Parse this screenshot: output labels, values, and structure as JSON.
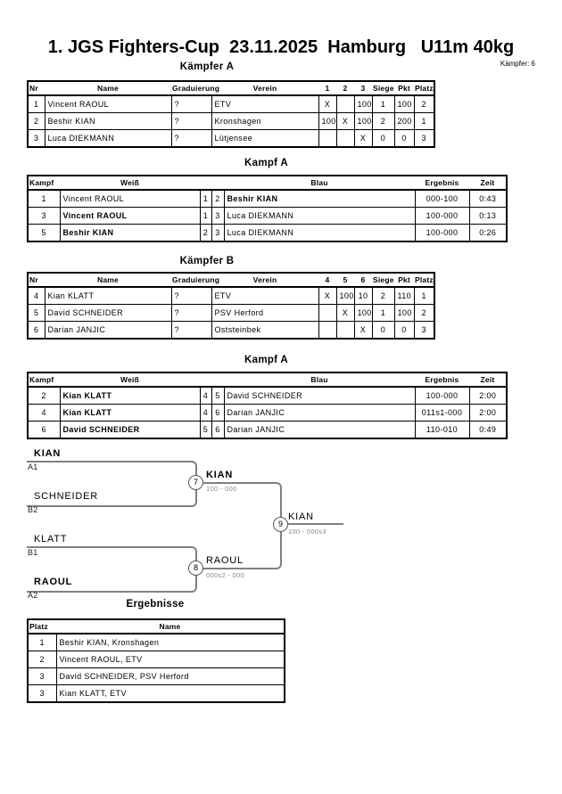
{
  "page": {
    "title": "1. JGS Fighters-Cup  23.11.2025  Hamburg   U11m 40kg",
    "fighters_label": "Kämpfer: 6"
  },
  "colors": {
    "table_border": "#000000",
    "bracket_line": "#808080",
    "score_text": "#8a8a8a"
  },
  "pool_a": {
    "heading": "Kämpfer A",
    "headers": [
      "Nr",
      "Name",
      "Graduierung",
      "Verein",
      "1",
      "2",
      "3",
      "Siege",
      "Pkt",
      "Platz"
    ],
    "rows": [
      {
        "nr": "1",
        "name": "Vincent RAOUL",
        "grad": "?",
        "verein": "ETV",
        "c1": "X",
        "c2": "",
        "c3": "100",
        "siege": "1",
        "pkt": "100",
        "platz": "2"
      },
      {
        "nr": "2",
        "name": "Beshir KIAN",
        "grad": "?",
        "verein": "Kronshagen",
        "c1": "100",
        "c2": "X",
        "c3": "100",
        "siege": "2",
        "pkt": "200",
        "platz": "1"
      },
      {
        "nr": "3",
        "name": "Luca DIEKMANN",
        "grad": "?",
        "verein": "Lütjensee",
        "c1": "",
        "c2": "",
        "c3": "X",
        "siege": "0",
        "pkt": "0",
        "platz": "3"
      }
    ]
  },
  "matches_a": {
    "heading": "Kampf A",
    "headers": [
      "Kampf",
      "Weiß",
      "Blau",
      "Ergebnis",
      "Zeit"
    ],
    "rows": [
      {
        "kampf": "1",
        "weiss": "Vincent RAOUL",
        "weiss_bold": false,
        "n1": "1",
        "n2": "2",
        "blau": "Beshir KIAN",
        "blau_bold": true,
        "ergebnis": "000-100",
        "zeit": "0:43"
      },
      {
        "kampf": "3",
        "weiss": "Vincent RAOUL",
        "weiss_bold": true,
        "n1": "1",
        "n2": "3",
        "blau": "Luca DIEKMANN",
        "blau_bold": false,
        "ergebnis": "100-000",
        "zeit": "0:13"
      },
      {
        "kampf": "5",
        "weiss": "Beshir KIAN",
        "weiss_bold": true,
        "n1": "2",
        "n2": "3",
        "blau": "Luca DIEKMANN",
        "blau_bold": false,
        "ergebnis": "100-000",
        "zeit": "0:26"
      }
    ]
  },
  "pool_b": {
    "heading": "Kämpfer B",
    "headers": [
      "Nr",
      "Name",
      "Graduierung",
      "Verein",
      "4",
      "5",
      "6",
      "Siege",
      "Pkt",
      "Platz"
    ],
    "rows": [
      {
        "nr": "4",
        "name": "Kian  KLATT",
        "grad": "?",
        "verein": "ETV",
        "c1": "X",
        "c2": "100",
        "c3": "10",
        "siege": "2",
        "pkt": "110",
        "platz": "1"
      },
      {
        "nr": "5",
        "name": "David SCHNEIDER",
        "grad": "?",
        "verein": "PSV Herford",
        "c1": "",
        "c2": "X",
        "c3": "100",
        "siege": "1",
        "pkt": "100",
        "platz": "2"
      },
      {
        "nr": "6",
        "name": "Darian JANJIC",
        "grad": "?",
        "verein": "Oststeinbek",
        "c1": "",
        "c2": "",
        "c3": "X",
        "siege": "0",
        "pkt": "0",
        "platz": "3"
      }
    ]
  },
  "matches_b": {
    "heading": "Kampf A",
    "headers": [
      "Kampf",
      "Weiß",
      "Blau",
      "Ergebnis",
      "Zeit"
    ],
    "rows": [
      {
        "kampf": "2",
        "weiss": "Kian  KLATT",
        "weiss_bold": true,
        "n1": "4",
        "n2": "5",
        "blau": "David SCHNEIDER",
        "blau_bold": false,
        "ergebnis": "100-000",
        "zeit": "2:00"
      },
      {
        "kampf": "4",
        "weiss": "Kian  KLATT",
        "weiss_bold": true,
        "n1": "4",
        "n2": "6",
        "blau": "Darian JANJIC",
        "blau_bold": false,
        "ergebnis": "011s1-000",
        "zeit": "2:00"
      },
      {
        "kampf": "6",
        "weiss": "David SCHNEIDER",
        "weiss_bold": true,
        "n1": "5",
        "n2": "6",
        "blau": "Darian JANJIC",
        "blau_bold": false,
        "ergebnis": "110-010",
        "zeit": "0:49"
      }
    ]
  },
  "bracket": {
    "semi1": {
      "top": {
        "name": "KIAN",
        "bold": true,
        "seed": "A1"
      },
      "bottom": {
        "name": "SCHNEIDER",
        "bold": false,
        "seed": "B2"
      },
      "node": "7",
      "winner": {
        "name": "KIAN",
        "bold": true,
        "score": "100 - 000"
      }
    },
    "semi2": {
      "top": {
        "name": "KLATT",
        "bold": false,
        "seed": "B1"
      },
      "bottom": {
        "name": "RAOUL",
        "bold": true,
        "seed": "A2"
      },
      "node": "8",
      "winner": {
        "name": "RAOUL",
        "bold": false,
        "score": "000s2 - 000"
      }
    },
    "final": {
      "node": "9",
      "winner": {
        "name": "KIAN",
        "bold": false,
        "score": "100 - 000s3"
      }
    }
  },
  "results": {
    "heading": "Ergebnisse",
    "headers": [
      "Platz",
      "Name"
    ],
    "rows": [
      {
        "platz": "1",
        "name": "Beshir KIAN, Kronshagen"
      },
      {
        "platz": "2",
        "name": "Vincent RAOUL, ETV"
      },
      {
        "platz": "3",
        "name": "David SCHNEIDER, PSV Herford"
      },
      {
        "platz": "3",
        "name": "Kian  KLATT, ETV"
      }
    ]
  }
}
